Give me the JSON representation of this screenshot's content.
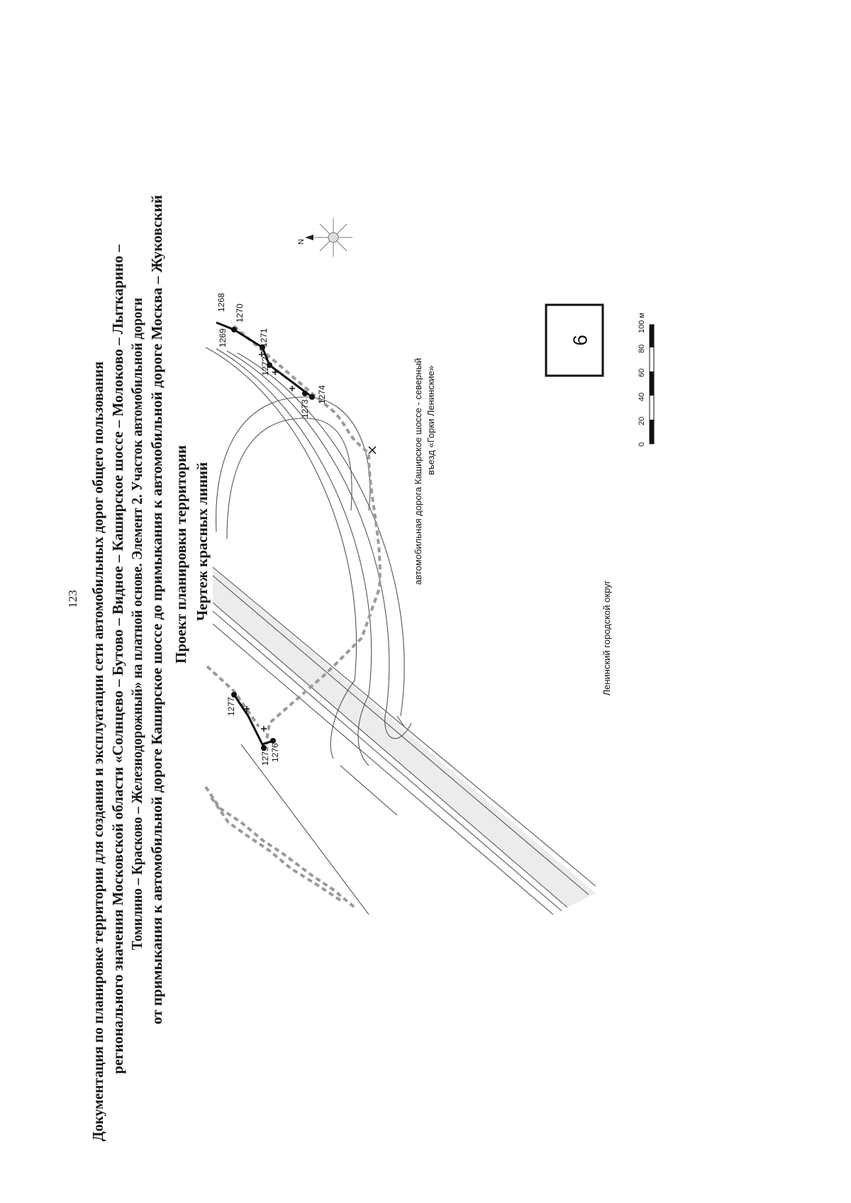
{
  "page": {
    "number": "123"
  },
  "document_title": {
    "lines": [
      "Документация по планировке территории для создания и эксплуатации сети автомобильных дорог общего пользования",
      "регионального значения Московской области «Солнцево – Бутово – Видное – Каширское шоссе – Молоково – Лыткарино –",
      "Томилино – Красково – Железнодорожный» на платной основе. Элемент 2. Участок автомобильной дороги",
      "от примыкания к автомобильной дороге Каширское шоссе до примыкания к автомобильной дороге Москва – Жуковский"
    ]
  },
  "project": {
    "title": "Проект планировки территории",
    "drawing": "Чертеж красных линий"
  },
  "map": {
    "road_label": [
      "автомобильная дорога Каширское шоссе - северный",
      "въезд «Горки Ленинские»"
    ],
    "district_label": "Ленинский городской округ",
    "sheet_number": "6",
    "north_label": "N",
    "scale_ticks": [
      "0",
      "20",
      "40",
      "60",
      "80",
      "100 м"
    ],
    "points_east": [
      "1268",
      "1269",
      "1270",
      "1271",
      "1272",
      "1273",
      "1274"
    ],
    "points_west": [
      "1277",
      "1275",
      "1276"
    ],
    "colors": {
      "red_line": "#111111",
      "boundary": "#9a9a9a",
      "road": "#444444"
    }
  }
}
